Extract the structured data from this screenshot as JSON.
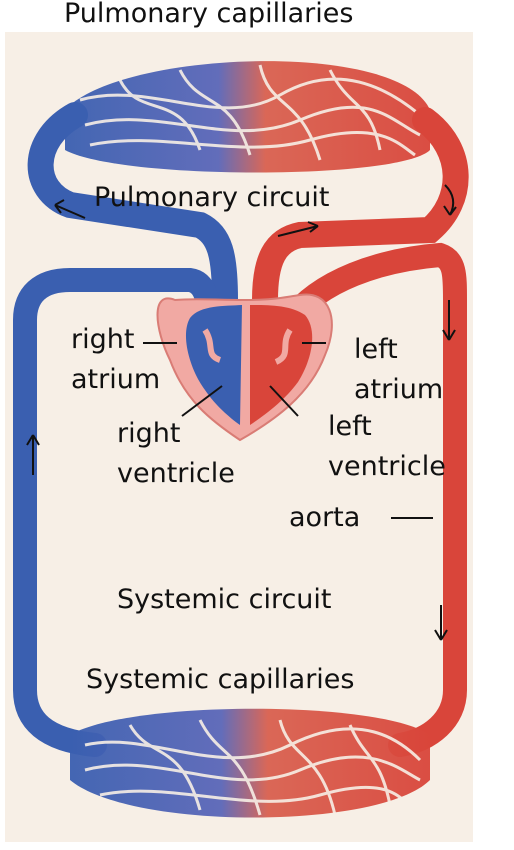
{
  "title": "Pulmonary capillaries",
  "labels": {
    "pulmonary_circuit": "Pulmonary circuit",
    "right_atrium_1": "right",
    "right_atrium_2": "atrium",
    "left_atrium_1": "left",
    "left_atrium_2": "atrium",
    "right_ventricle_1": "right",
    "right_ventricle_2": "ventricle",
    "left_ventricle_1": "left",
    "left_ventricle_2": "ventricle",
    "aorta": "aorta",
    "systemic_circuit": "Systemic circuit",
    "systemic_capillaries": "Systemic capillaries"
  },
  "colors": {
    "deoxygenated": "#3a5fb0",
    "oxygenated": "#d9453a",
    "heart_wall": "#f1a9a3",
    "background_panel": "#f7efe6"
  }
}
